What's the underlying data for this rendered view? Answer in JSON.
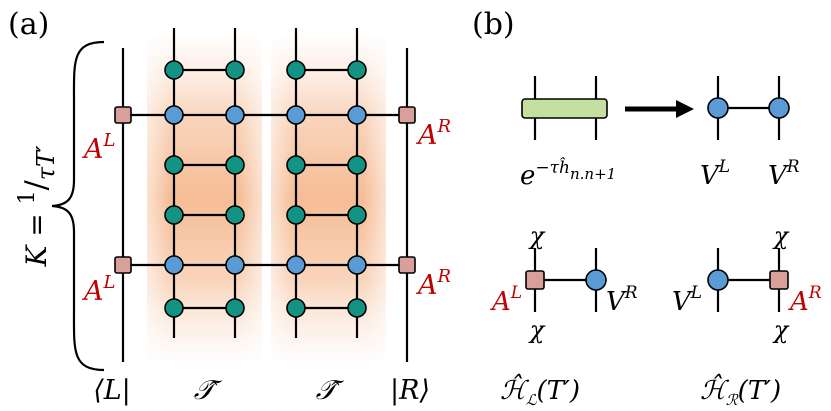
{
  "panel_a": {
    "label": "(a)",
    "k_label": "K = ",
    "k_numer": "1",
    "k_slash": "/",
    "k_denom": "τT′",
    "left_label": "⟨L|",
    "t1_label": "𝒯̂",
    "t2_label": "𝒯̂",
    "right_label": "|R⟩",
    "al_top_base": "A",
    "al_top_sup": "L",
    "al_bot_base": "A",
    "al_bot_sup": "L",
    "ar_top_base": "A",
    "ar_top_sup": "R",
    "ar_bot_base": "A",
    "ar_bot_sup": "R"
  },
  "panel_b": {
    "label": "(b)",
    "gate_base": "e",
    "gate_sup": "−τĥ",
    "gate_sub": "n.n+1",
    "vl_base": "V",
    "vl_sup": "L",
    "vr_base": "V",
    "vr_sup": "R",
    "chi_1": "χ",
    "chi_2": "χ",
    "chi_3": "χ",
    "chi_4": "χ",
    "hl_al_base": "A",
    "hl_al_sup": "L",
    "hl_vr_base": "V",
    "hl_vr_sup": "R",
    "hr_vl_base": "V",
    "hr_vl_sup": "L",
    "hr_ar_base": "A",
    "hr_ar_sup": "R",
    "hl_label_base": "ℋ̂",
    "hl_label_sub": "ℒ",
    "hl_label_arg": "(T′)",
    "hr_label_base": "ℋ̂",
    "hr_label_sub": "ℛ",
    "hr_label_arg": "(T′)"
  },
  "colors": {
    "teal": "#139383",
    "blue": "#5b9bd5",
    "pink": "#d9a09b",
    "green": "#c5dfa0",
    "red_text": "#c00000",
    "shade": "#f4b183"
  }
}
